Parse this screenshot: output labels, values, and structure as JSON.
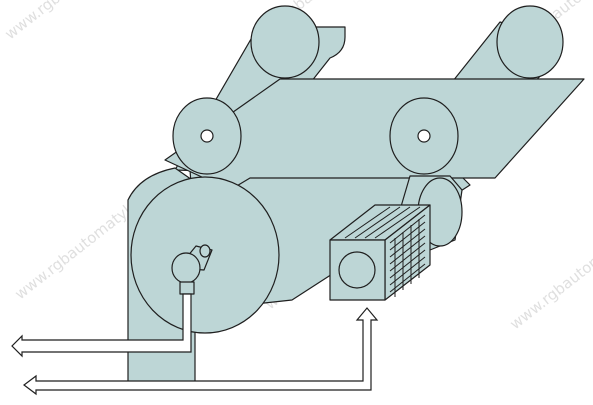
{
  "watermark": {
    "text": "www.rgbautomatyka.pl"
  },
  "colors": {
    "fill": "#bdd6d6",
    "stroke": "#1f1f1f",
    "background": "#ffffff",
    "arrow_fill": "#ffffff"
  },
  "components": {
    "upper_roller_left": "roller",
    "upper_roller_right": "roller",
    "lower_drum": "drum",
    "material_web": "web",
    "encoder": "encoder",
    "motor": "servo-motor"
  }
}
